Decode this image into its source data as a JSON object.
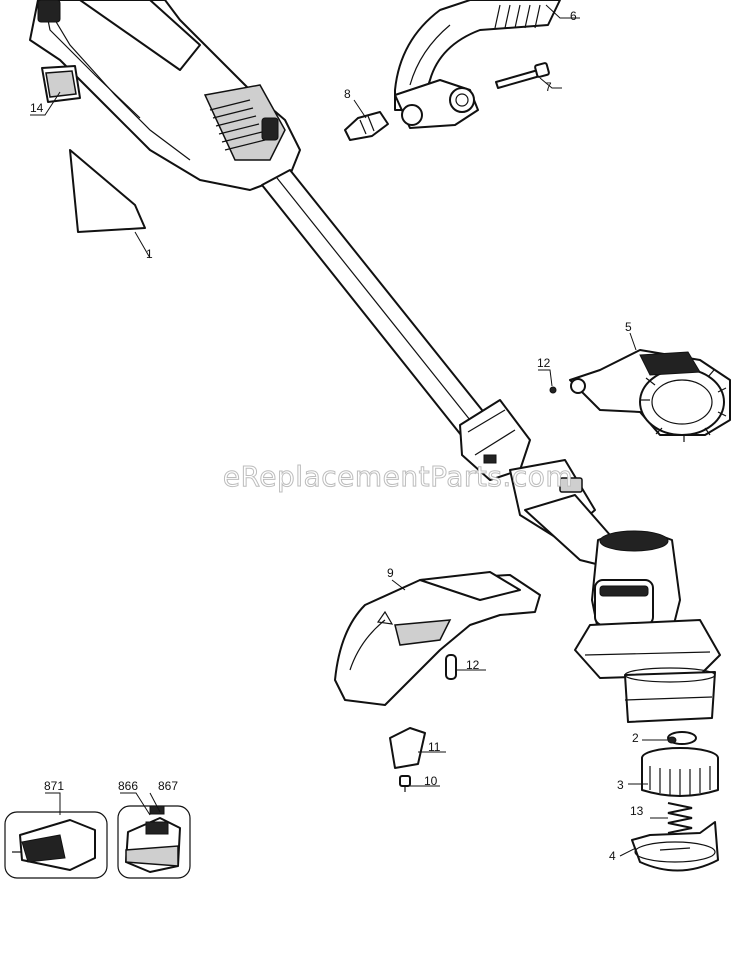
{
  "watermark": "eReplacementParts.com",
  "callouts": {
    "c1": "1",
    "c2": "2",
    "c3": "3",
    "c4": "4",
    "c5": "5",
    "c6": "6",
    "c7": "7",
    "c8": "8",
    "c9": "9",
    "c10": "10",
    "c11": "11",
    "c12a": "12",
    "c12b": "12",
    "c13": "13",
    "c14": "14",
    "c866": "866",
    "c867": "867",
    "c871": "871"
  }
}
